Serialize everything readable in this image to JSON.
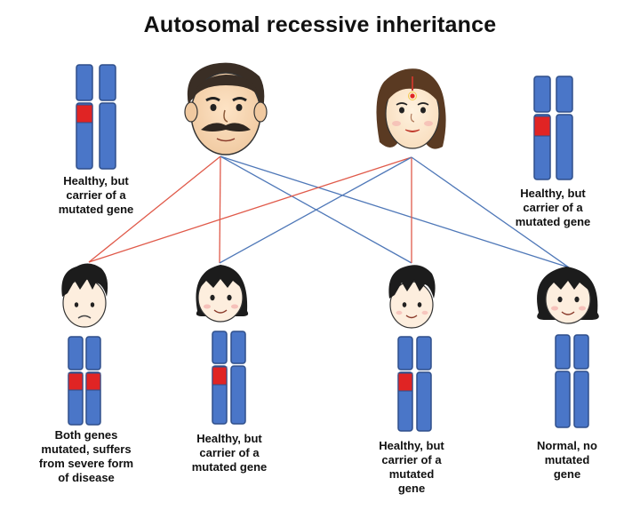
{
  "title": "Autosomal recessive inheritance",
  "parents": [
    {
      "id": "father",
      "label": "Healthy, but\ncarrier of a\nmutated gene"
    },
    {
      "id": "mother",
      "label": "Healthy, but\ncarrier of a\nmutated gene"
    }
  ],
  "children": [
    {
      "id": "child-1",
      "label": "Both genes\nmutated, suffers\nfrom severe form\nof disease"
    },
    {
      "id": "child-2",
      "label": "Healthy, but\ncarrier of a\nmutated gene"
    },
    {
      "id": "child-3",
      "label": "Healthy, but\ncarrier of a\nmutated\ngene"
    },
    {
      "id": "child-4",
      "label": "Normal, no\nmutated\ngene"
    }
  ],
  "colors": {
    "chromosome_fill": "#4a76c8",
    "chromosome_stroke": "#2f4f8a",
    "mutation": "#e02424",
    "father_line": "#e05a4a",
    "mother_line": "#4f78b8"
  }
}
